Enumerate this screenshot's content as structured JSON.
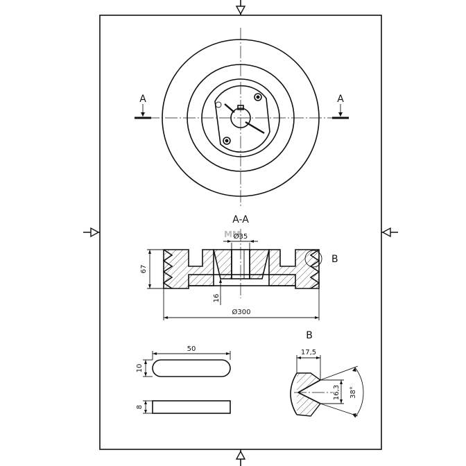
{
  "labels": {
    "section_mark_left": "A",
    "section_mark_right": "A",
    "section_title": "A-A",
    "detail_marker": "B",
    "detail_title": "B",
    "watermark": "MM"
  },
  "dimensions": {
    "bore": "Ø35",
    "width": "67",
    "hub": "16",
    "outer_diameter": "Ø300",
    "key_length": "50",
    "key_width": "10",
    "key_height": "8",
    "groove_width": "17,5",
    "groove_depth": "16,3",
    "groove_angle": "38°"
  }
}
